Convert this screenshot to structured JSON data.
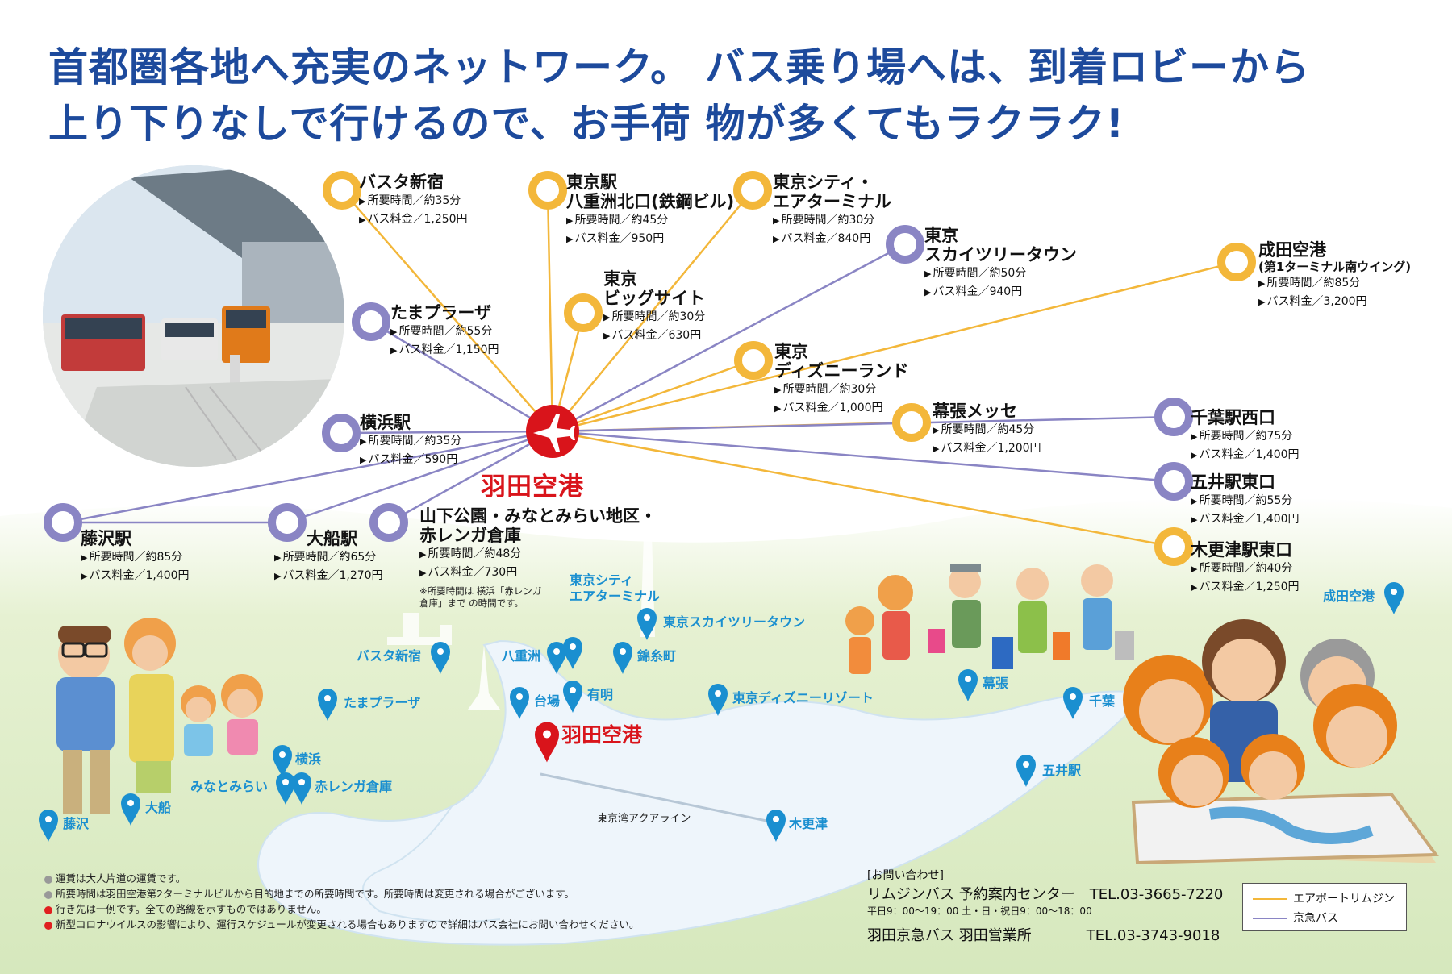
{
  "headline": {
    "line1": "首都圏各地へ充実のネットワーク。 バス乗り場へは、到着ロビーから",
    "line2": "上り下りなしで行けるので、お手荷 物が多くてもラクラク!"
  },
  "hub": {
    "name": "羽田空港"
  },
  "colors": {
    "airport_limousine": "#f3b73a",
    "keikyu_bus": "#8a85c4",
    "headline": "#1d4a9c",
    "hub_red": "#d9141b",
    "map_pin": "#1a8fd0",
    "map_land": "#dcecc3",
    "map_sea": "#eef5fb"
  },
  "destinations": [
    {
      "id": "busta",
      "name": "バスタ新宿",
      "sub": "",
      "time": "所要時間／約35分",
      "fare": "バス料金／1,250円",
      "operator": "airport_limousine"
    },
    {
      "id": "tokyo-sta",
      "name": "東京駅",
      "sub": "八重洲北口(鉄鋼ビル)",
      "time": "所要時間／約45分",
      "fare": "バス料金／950円",
      "operator": "airport_limousine"
    },
    {
      "id": "tcat",
      "name": "東京シティ・",
      "sub": "エアターミナル",
      "time": "所要時間／約30分",
      "fare": "バス料金／840円",
      "operator": "airport_limousine"
    },
    {
      "id": "skytree",
      "name": "東京",
      "sub": "スカイツリータウン",
      "time": "所要時間／約50分",
      "fare": "バス料金／940円",
      "operator": "keikyu_bus"
    },
    {
      "id": "narita",
      "name": "成田空港",
      "sub": "(第1ターミナル南ウイング)",
      "time": "所要時間／約85分",
      "fare": "バス料金／3,200円",
      "operator": "airport_limousine"
    },
    {
      "id": "bigsight",
      "name": "東京",
      "sub": "ビッグサイト",
      "time": "所要時間／約30分",
      "fare": "バス料金／630円",
      "operator": "airport_limousine"
    },
    {
      "id": "tama",
      "name": "たまプラーザ",
      "sub": "",
      "time": "所要時間／約55分",
      "fare": "バス料金／1,150円",
      "operator": "keikyu_bus"
    },
    {
      "id": "disney",
      "name": "東京",
      "sub": "ディズニーランド",
      "time": "所要時間／約30分",
      "fare": "バス料金／1,000円",
      "operator": "airport_limousine"
    },
    {
      "id": "makuhari",
      "name": "幕張メッセ",
      "sub": "",
      "time": "所要時間／約45分",
      "fare": "バス料金／1,200円",
      "operator": "airport_limousine"
    },
    {
      "id": "chiba",
      "name": "千葉駅西口",
      "sub": "",
      "time": "所要時間／約75分",
      "fare": "バス料金／1,400円",
      "operator": "keikyu_bus"
    },
    {
      "id": "yokohama",
      "name": "横浜駅",
      "sub": "",
      "time": "所要時間／約35分",
      "fare": "バス料金／590円",
      "operator": "keikyu_bus"
    },
    {
      "id": "goi",
      "name": "五井駅東口",
      "sub": "",
      "time": "所要時間／約55分",
      "fare": "バス料金／1,400円",
      "operator": "keikyu_bus"
    },
    {
      "id": "fujisawa",
      "name": "藤沢駅",
      "sub": "",
      "time": "所要時間／約85分",
      "fare": "バス料金／1,400円",
      "operator": "keikyu_bus"
    },
    {
      "id": "ofuna",
      "name": "大船駅",
      "sub": "",
      "time": "所要時間／約65分",
      "fare": "バス料金／1,270円",
      "operator": "keikyu_bus"
    },
    {
      "id": "yamashita",
      "name": "山下公園・みなとみらい地区・",
      "sub": "赤レンガ倉庫",
      "time": "所要時間／約48分",
      "fare": "バス料金／730円",
      "operator": "keikyu_bus",
      "note": "※所要時間は 横浜「赤レンガ倉庫」まで の時間です。"
    },
    {
      "id": "kisarazu",
      "name": "木更津駅東口",
      "sub": "",
      "time": "所要時間／約40分",
      "fare": "バス料金／1,250円",
      "operator": "airport_limousine"
    }
  ],
  "map_labels": [
    {
      "id": "m-tcat1",
      "text": "東京シティ"
    },
    {
      "id": "m-tcat2",
      "text": "エアターミナル"
    },
    {
      "id": "m-skytree",
      "text": "東京スカイツリータウン"
    },
    {
      "id": "m-narita",
      "text": "成田空港"
    },
    {
      "id": "m-busta",
      "text": "バスタ新宿"
    },
    {
      "id": "m-yaesu",
      "text": "八重洲"
    },
    {
      "id": "m-kinshi",
      "text": "錦糸町"
    },
    {
      "id": "m-ariake",
      "text": "有明"
    },
    {
      "id": "m-daiba",
      "text": "台場"
    },
    {
      "id": "m-tdr",
      "text": "東京ディズニーリゾート"
    },
    {
      "id": "m-makuhari",
      "text": "幕張"
    },
    {
      "id": "m-chiba",
      "text": "千葉"
    },
    {
      "id": "m-tama",
      "text": "たまプラーザ"
    },
    {
      "id": "m-yokohama",
      "text": "横浜"
    },
    {
      "id": "m-minato",
      "text": "みなとみらい"
    },
    {
      "id": "m-akarenga",
      "text": "赤レンガ倉庫"
    },
    {
      "id": "m-goi",
      "text": "五井駅"
    },
    {
      "id": "m-ofuna",
      "text": "大船"
    },
    {
      "id": "m-fujisawa",
      "text": "藤沢"
    },
    {
      "id": "m-kisarazu",
      "text": "木更津"
    },
    {
      "id": "m-aqua",
      "text": "東京湾アクアライン"
    }
  ],
  "notes": [
    {
      "text": "運賃は大人片道の運賃です。",
      "bullet": "gray"
    },
    {
      "text": "所要時間は羽田空港第2ターミナルビルから目的地までの所要時間です。所要時間は変更される場合がございます。",
      "bullet": "gray"
    },
    {
      "text": "行き先は一例です。全ての路線を示すものではありません。",
      "bullet": "red"
    },
    {
      "text": "新型コロナウイルスの影響により、運行スケジュールが変更される場合もありますので詳細はバス会社にお問い合わせください。",
      "bullet": "red"
    }
  ],
  "contact": {
    "heading": "[お問い合わせ]",
    "limousine_name": "リムジンバス 予約案内センター",
    "limousine_tel": "TEL.03-3665-7220",
    "limousine_hours": "平日9：00～19：00 土・日・祝日9：00～18：00",
    "keikyu_name": "羽田京急バス 羽田営業所",
    "keikyu_tel": "TEL.03-3743-9018"
  },
  "legend": {
    "limousine_label": "エアポートリムジン",
    "keikyu_label": "京急バス"
  }
}
